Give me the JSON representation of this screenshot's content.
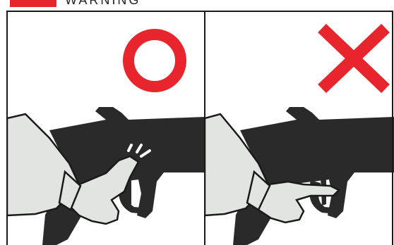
{
  "header": {
    "warning_label": "WARNING"
  },
  "panels": [
    {
      "id": "correct",
      "verdict": "correct",
      "symbol": "circle-icon",
      "symbol_color": "#e8242c"
    },
    {
      "id": "incorrect",
      "verdict": "incorrect",
      "symbol": "cross-icon",
      "symbol_color": "#e8242c"
    }
  ],
  "colors": {
    "accent": "#e8242c",
    "gun": "#2a2a2a",
    "sleeve": "#e2e4e2",
    "outline": "#1a1a1a",
    "background": "#ffffff"
  }
}
